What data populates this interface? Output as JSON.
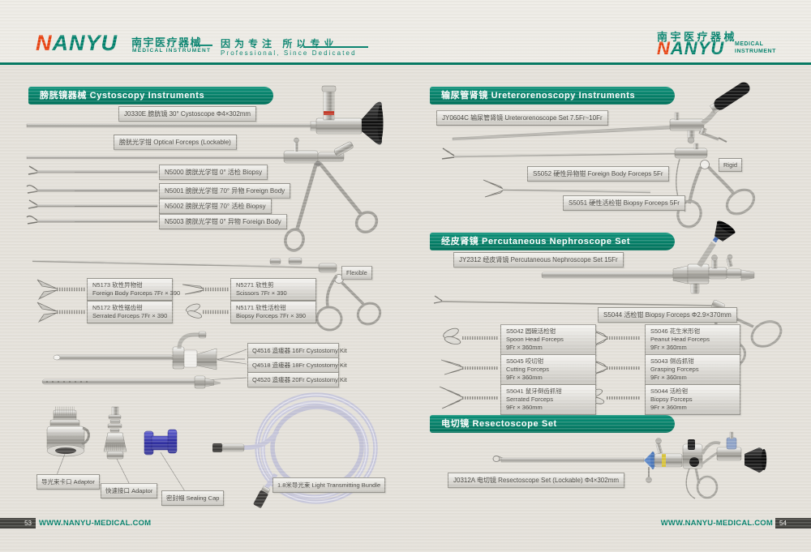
{
  "header": {
    "logo_n": "N",
    "logo_rest": "ANYU",
    "logo_cn": "南宇医疗器械",
    "logo_sub": "MEDICAL  INSTRUMENT",
    "slogan_cn": "因为专注 所以专业",
    "slogan_en": "Professional, Since Dedicated",
    "right_cn": "南宇医疗器械",
    "right_sub1": "MEDICAL",
    "right_sub2": "INSTRUMENT"
  },
  "left_page": {
    "section_title": "膀胱镜器械 Cystoscopy Instruments",
    "cystoscope": "J0330E 膀胱镜 30°  Cystoscope  Φ4×302mm",
    "optical": "膀胱光学钳 Optical Forceps (Lockable)",
    "n5000": "N5000 膀胱光学钳  0°  活检 Biopsy",
    "n5001": "N5001 膀胱光学钳 70°  异物 Foreign Body",
    "n5002": "N5002 膀胱光学钳 70°  活检 Biopsy",
    "n5003": "N5003 膀胱光学钳  0°  异物 Foreign Body",
    "flexible": "Flexible",
    "n5173": [
      "N5173 软性异物钳",
      "Foreign Body Forceps 7Fr × 390"
    ],
    "n5271": [
      "N5271 软性剪",
      "Scissors 7Fr × 390"
    ],
    "n5172": [
      "N5172 软性锯齿钳",
      "Serrated Forceps 7Fr × 390"
    ],
    "n5171": [
      "N5171 软性活检钳",
      "Biopsy Forceps 7Fr × 390"
    ],
    "q4516": "Q4516 造瘘器 16Fr Cystostomy Kit",
    "q4518": "Q4518 造瘘器 18Fr Cystostomy Kit",
    "q4520": "Q4520 造瘘器 20Fr Cystostomy Kit",
    "adaptor1": "导光束卡口 Adaptor",
    "adaptor2": "快速接口 Adaptor",
    "sealing": "密封帽 Sealing Cap",
    "bundle": "1.8米导光束  Light Transmitting Bundle"
  },
  "right_page": {
    "section1": "输尿管肾镜 Ureterorenoscopy Instruments",
    "section2": "经皮肾镜 Percutaneous Nephroscope Set",
    "section3": "电切镜  Resectoscope Set",
    "jy0604c": "JY0604C 输尿管肾镜 Ureterorenoscope Set 7.5Fr~10Fr",
    "rigid": "Rigid",
    "s5052": "S5052 硬性异物钳 Foreign Body Forceps 5Fr",
    "s5051": "S5051 硬性活检钳 Biopsy Forceps 5Fr",
    "jy2312": "JY2312 经皮肾镜 Percutaneous Nephroscope Set 15Fr",
    "s5044_top": "S5044 活检钳 Biopsy Forceps  Φ2.9×370mm",
    "grid": {
      "s5042": [
        "S5042 圆碗活检钳",
        "Spoon Head Forceps",
        "9Fr × 360mm"
      ],
      "s5046": [
        "S5046 花生米形钳",
        "Peanut Head Forceps",
        "9Fr × 360mm"
      ],
      "s5045": [
        "S5045 咬切钳",
        "Cutting Forceps",
        "9Fr × 360mm"
      ],
      "s5043": [
        "S5043 侧齿抓钳",
        "Grasping Forceps",
        "9Fr × 360mm"
      ],
      "s5041": [
        "S5041 鼠牙倒齿抓钳",
        "Serrated Forceps",
        "9Fr × 360mm"
      ],
      "s5044": [
        "S5044 活检钳",
        "Biopsy Forceps",
        "9Fr × 360mm"
      ]
    },
    "j0312a": "J0312A 电切镜 Resectoscope Set (Lockable)  Φ4×302mm"
  },
  "footer": {
    "page_left": "53",
    "page_right": "54",
    "url": "WWW.NANYU-MEDICAL.COM"
  }
}
